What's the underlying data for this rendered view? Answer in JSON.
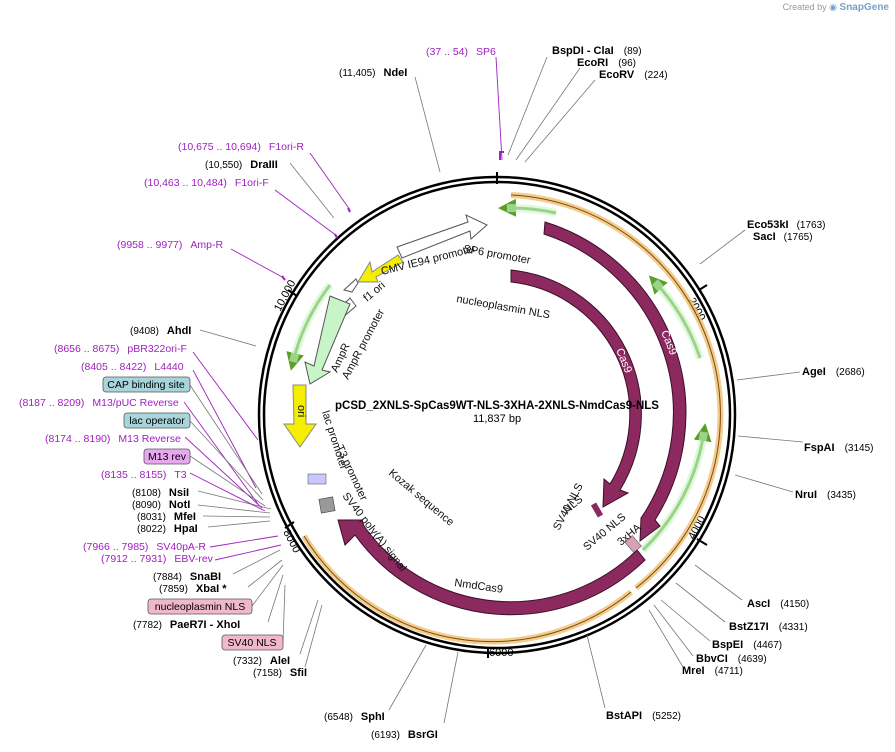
{
  "credit": {
    "prefix": "Created by",
    "brand": "SnapGene"
  },
  "plasmid": {
    "name": "pCSD_2XNLS-SpCas9WT-NLS-3XHA-2XNLS-NmdCas9-NLS",
    "size_label": "11,837 bp"
  },
  "ticks": [
    "2000",
    "4000",
    "6000",
    "8000",
    "10,000"
  ],
  "enzymes": [
    {
      "name": "BspDI",
      "suffix": " - ClaI",
      "pos": "(89)"
    },
    {
      "name": "EcoRI",
      "pos": "(96)"
    },
    {
      "name": "EcoRV",
      "pos": "(224)"
    },
    {
      "name": "Eco53kI",
      "pos": "(1763)"
    },
    {
      "name": "SacI",
      "pos": "(1765)"
    },
    {
      "name": "AgeI",
      "pos": "(2686)"
    },
    {
      "name": "FspAI",
      "pos": "(3145)"
    },
    {
      "name": "NruI",
      "pos": "(3435)"
    },
    {
      "name": "AscI",
      "pos": "(4150)"
    },
    {
      "name": "BstZ17I",
      "pos": "(4331)"
    },
    {
      "name": "BspEI",
      "pos": "(4467)"
    },
    {
      "name": "BbvCI",
      "pos": "(4639)"
    },
    {
      "name": "MreI",
      "pos": "(4711)"
    },
    {
      "name": "BstAPI",
      "pos": "(5252)"
    },
    {
      "name": "BsrGI",
      "pos": "(6193)"
    },
    {
      "name": "SphI",
      "pos": "(6548)"
    },
    {
      "name": "SfiI",
      "pos": "(7158)"
    },
    {
      "name": "AleI",
      "pos": "(7332)"
    },
    {
      "name": "PaeR7I",
      "suffix": " - XhoI",
      "pos": "(7782)"
    },
    {
      "name": "XbaI *",
      "pos": "(7859)"
    },
    {
      "name": "SnaBI",
      "pos": "(7884)"
    },
    {
      "name": "HpaI",
      "pos": "(8022)"
    },
    {
      "name": "MfeI",
      "pos": "(8031)"
    },
    {
      "name": "NotI",
      "pos": "(8090)"
    },
    {
      "name": "NsiI",
      "pos": "(8108)"
    },
    {
      "name": "AhdI",
      "pos": "(9408)"
    },
    {
      "name": "DraIII",
      "pos": "(10,550)"
    },
    {
      "name": "NdeI",
      "pos": "(11,405)"
    }
  ],
  "primers": [
    {
      "range": "(37 .. 54)",
      "name": "SP6"
    },
    {
      "range": "(10,675 .. 10,694)",
      "name": "F1ori-R"
    },
    {
      "range": "(10,463 .. 10,484)",
      "name": "F1ori-F"
    },
    {
      "range": "(9958 .. 9977)",
      "name": "Amp-R"
    },
    {
      "range": "(8656 .. 8675)",
      "name": "pBR322ori-F"
    },
    {
      "range": "(8405 .. 8422)",
      "name": "L4440"
    },
    {
      "range": "(8187 .. 8209)",
      "name": "M13/pUC Reverse"
    },
    {
      "range": "(8174 .. 8190)",
      "name": "M13 Reverse"
    },
    {
      "range": "(8135 .. 8155)",
      "name": "T3"
    },
    {
      "range": "(7966 .. 7985)",
      "name": "SV40pA-R"
    },
    {
      "range": "(7912 .. 7931)",
      "name": "EBV-rev"
    }
  ],
  "boxed": [
    {
      "name": "CAP binding site",
      "color": "#a8d4dc"
    },
    {
      "name": "lac operator",
      "color": "#a8d4dc"
    },
    {
      "name": "M13 rev",
      "color": "#e8a8f0"
    },
    {
      "name": "nucleoplasmin NLS",
      "color": "#f0b8c8"
    },
    {
      "name": "SV40 NLS",
      "color": "#f0b8c8"
    }
  ],
  "features": {
    "sp6_promoter": "SP6 promoter",
    "cmv_ie94": "CMV IE94 promoter",
    "f1_ori": "f1 ori",
    "nucleoplasmin": "nucleoplasmin NLS",
    "ampr": "AmpR",
    "ampr_promoter": "AmpR promoter",
    "ori": "ori",
    "cas9_outer": "Cas9",
    "cas9_inner": "Cas9",
    "lac_promoter": "lac promoter",
    "t3_promoter": "T3 promoter",
    "sv40_polya": "SV40 poly(A) signal",
    "kozak": "Kozak sequence",
    "sv40_nls_a": "SV40 NLS",
    "nls": "NLS",
    "sv40_nls_b": "SV40 NLS",
    "three_xha": "3xHA",
    "nmdcas9": "NmdCas9"
  },
  "colors": {
    "cas9": "#8c2a60",
    "orange": "#f0c070",
    "green": "#5aa028",
    "yellow": "#f5ee00",
    "primer": "#a020c0",
    "ampr": "#c8f5c8"
  }
}
